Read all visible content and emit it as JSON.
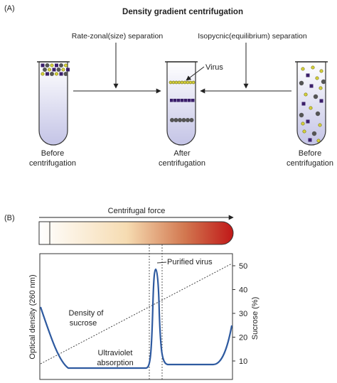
{
  "panel_a": {
    "label": "(A)",
    "title": "Density gradient centrifugation",
    "rate_zonal": "Rate-zonal(size) separation",
    "isopycnic": "Isopycnic(equilibrium) separation",
    "virus": "Virus",
    "tubes": [
      {
        "line1": "Before",
        "line2": "centrifugation"
      },
      {
        "line1": "After",
        "line2": "centrifugation"
      },
      {
        "line1": "Before",
        "line2": "centrifugation"
      }
    ]
  },
  "panel_b": {
    "label": "(B)",
    "force": "Centrifugal force",
    "purified_virus": "Purified virus",
    "density_line1": "Density of",
    "density_line2": "sucrose",
    "uv_line1": "Ultraviolet",
    "uv_line2": "absorption",
    "y_left": "Optical density (260 nm)",
    "y_right": "Sucrose (%)",
    "sucrose_ticks": [
      "10",
      "20",
      "30",
      "40",
      "50"
    ]
  },
  "colors": {
    "curve": "#2e5aa0",
    "virus_yellow": "#d8d23a",
    "particle_purple": "#3b1f6a",
    "particle_gray": "#555555",
    "tube_fill": "#dcdcf0",
    "gradient_end": "#c81e1e"
  }
}
